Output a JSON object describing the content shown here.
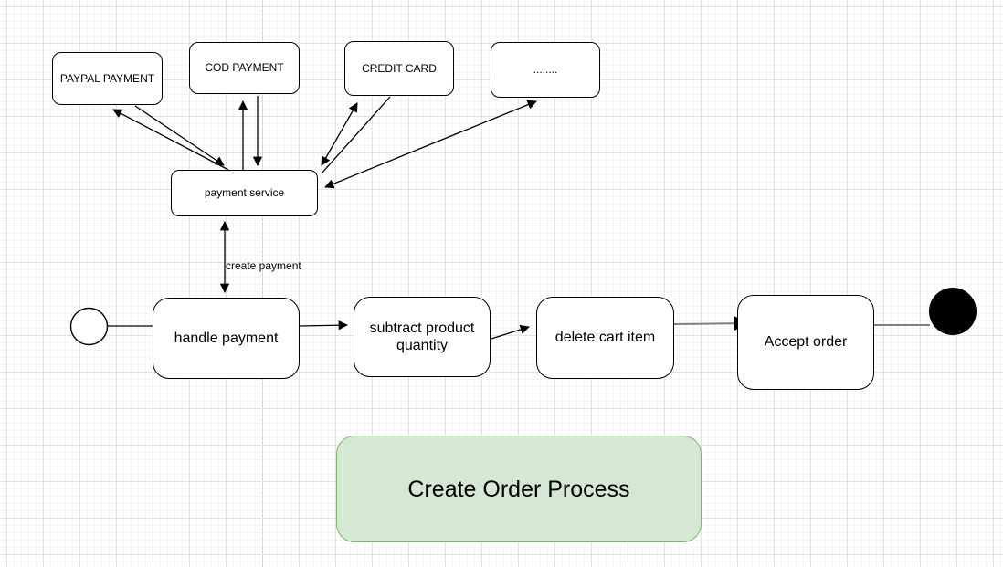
{
  "diagram": {
    "title": "Create Order Process",
    "nodes": {
      "paypal": {
        "label": "PAYPAL PAYMENT"
      },
      "cod": {
        "label": "COD PAYMENT"
      },
      "credit": {
        "label": "CREDIT CARD"
      },
      "other": {
        "label": "........"
      },
      "payment_service": {
        "label": "payment service"
      },
      "handle_payment": {
        "label": "handle payment"
      },
      "subtract_quantity": {
        "label": "subtract product quantity"
      },
      "delete_cart_item": {
        "label": "delete cart item"
      },
      "accept_order": {
        "label": "Accept order"
      }
    },
    "edge_labels": {
      "create_payment": "create payment"
    },
    "symbols": {
      "start_state": "initial-state-circle",
      "final_state": "final-state-filled-circle"
    },
    "colors": {
      "node_border": "#000000",
      "node_fill": "#ffffff",
      "title_fill": "#d5e8d4",
      "title_border": "#82b366",
      "black_edge": "#000000",
      "gray_edge": "#808080",
      "grid_major": "#e2e2e2",
      "grid_minor": "#f6f6f6",
      "page_break": "#cfcfcf"
    }
  }
}
